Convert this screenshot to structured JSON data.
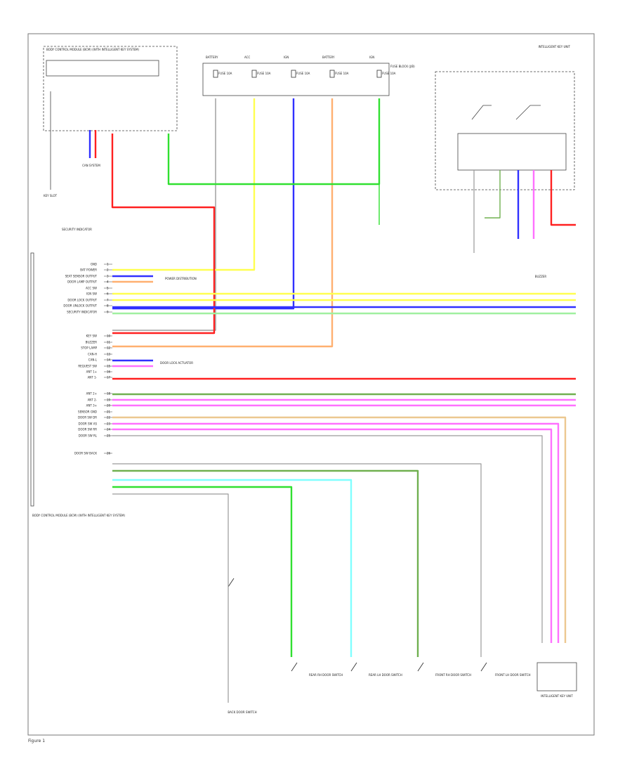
{
  "diagram": {
    "main_unit": "BODY CONTROL MODULE (BCM) (WITH INTELLIGENT KEY SYSTEM)",
    "fuse_block": "FUSE BLOCK (J/B)",
    "fuses": [
      {
        "name": "FUSE 10A",
        "line": "BATTERY"
      },
      {
        "name": "FUSE 10A",
        "line": "ACC"
      },
      {
        "name": "FUSE 10A",
        "line": "IGN"
      },
      {
        "name": "FUSE 10A",
        "line": "BATTERY"
      },
      {
        "name": "FUSE 10A",
        "line": "IGN"
      }
    ],
    "pins": [
      {
        "no": "1",
        "label": "GND"
      },
      {
        "no": "2",
        "label": "BAT POWER"
      },
      {
        "no": "3",
        "label": "SEAT SENSOR OUTPUT"
      },
      {
        "no": "4",
        "label": "DOOR LAMP OUTPUT"
      },
      {
        "no": "5",
        "label": "ACC SW"
      },
      {
        "no": "6",
        "label": "IGN SW"
      },
      {
        "no": "7",
        "label": "DOOR LOCK OUTPUT"
      },
      {
        "no": "8",
        "label": "DOOR UNLOCK OUTPUT"
      },
      {
        "no": "9",
        "label": "SECURITY INDICATOR"
      },
      {
        "no": "10",
        "label": "KEY SW"
      },
      {
        "no": "11",
        "label": "BUZZER"
      },
      {
        "no": "12",
        "label": "STOP LAMP"
      },
      {
        "no": "13",
        "label": "CAN-H"
      },
      {
        "no": "14",
        "label": "CAN-L"
      },
      {
        "no": "15",
        "label": "REQUEST SW"
      },
      {
        "no": "16",
        "label": "ANT 1+"
      },
      {
        "no": "17",
        "label": "ANT 1-"
      },
      {
        "no": "18",
        "label": "ANT 2+"
      },
      {
        "no": "19",
        "label": "ANT 2-"
      },
      {
        "no": "20",
        "label": "ANT 3+"
      },
      {
        "no": "21",
        "label": "SENSOR GND"
      },
      {
        "no": "22",
        "label": "DOOR SW DR"
      },
      {
        "no": "23",
        "label": "DOOR SW AS"
      },
      {
        "no": "24",
        "label": "DOOR SW RR"
      },
      {
        "no": "25",
        "label": "DOOR SW RL"
      },
      {
        "no": "26",
        "label": "DOOR SW BACK"
      }
    ],
    "components": [
      {
        "name": "KEY SLOT"
      },
      {
        "name": "SECURITY INDICATOR"
      },
      {
        "name": "POWER DISTRIBUTION"
      },
      {
        "name": "BUZZER"
      },
      {
        "name": "DOOR LOCK ACTUATOR"
      },
      {
        "name": "CAN SYSTEM"
      },
      {
        "name": "BACK DOOR SWITCH"
      },
      {
        "name": "REAR RH DOOR SWITCH"
      },
      {
        "name": "REAR LH DOOR SWITCH"
      },
      {
        "name": "FRONT RH DOOR SWITCH"
      },
      {
        "name": "FRONT LH DOOR SWITCH"
      },
      {
        "name": "INTELLIGENT KEY UNIT"
      }
    ],
    "footer": "Figure 1"
  },
  "colors": {
    "red": "#ff2020",
    "yellow": "#ffff50",
    "blue": "#3030ff",
    "orange": "#ffb070",
    "green": "#30e030",
    "pink": "#ff70ff",
    "lightgreen": "#a0f0a0",
    "cyan": "#80ffff",
    "olive": "#70b050",
    "gray": "#9a9a9a",
    "tan": "#ecc890"
  }
}
